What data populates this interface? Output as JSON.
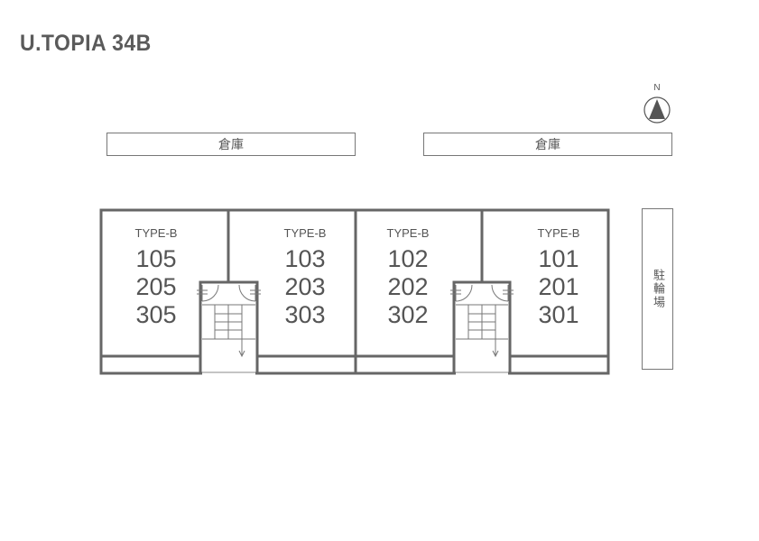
{
  "title": "U.TOPIA 34B",
  "compass": {
    "label": "N"
  },
  "storage": [
    {
      "label": "倉庫"
    },
    {
      "label": "倉庫"
    }
  ],
  "parking": {
    "label": "駐輪場"
  },
  "units": [
    {
      "type": "TYPE-B",
      "rooms": [
        "105",
        "205",
        "305"
      ]
    },
    {
      "type": "TYPE-B",
      "rooms": [
        "103",
        "203",
        "303"
      ]
    },
    {
      "type": "TYPE-B",
      "rooms": [
        "102",
        "202",
        "302"
      ]
    },
    {
      "type": "TYPE-B",
      "rooms": [
        "101",
        "201",
        "301"
      ]
    }
  ]
}
